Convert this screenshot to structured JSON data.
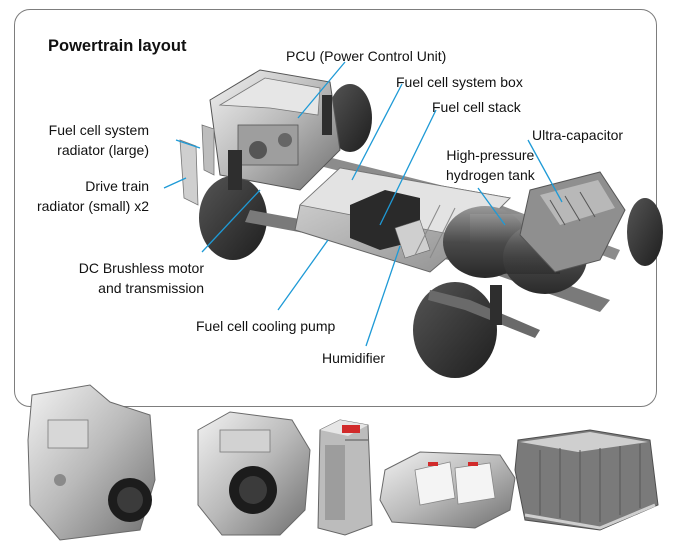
{
  "diagram": {
    "title": "Powertrain layout",
    "accent_color": "#1e9ad6",
    "labels": {
      "pcu": "PCU (Power Control Unit)",
      "fc_system_box": "Fuel cell system box",
      "fc_stack": "Fuel cell stack",
      "ultra_capacitor": "Ultra-capacitor",
      "high_pressure_tank_line1": "High-pressure",
      "high_pressure_tank_line2": "hydrogen tank",
      "fc_radiator_line1": "Fuel cell system",
      "fc_radiator_line2": "radiator (large)",
      "drive_radiator_line1": "Drive train",
      "drive_radiator_line2": "radiator (small) x2",
      "motor_line1": "DC Brushless motor",
      "motor_line2": "and transmission",
      "cooling_pump": "Fuel cell cooling pump",
      "humidifier": "Humidifier"
    }
  },
  "components_row": [
    "transmission",
    "motor",
    "fuel-cell-stack",
    "fuel-cell-box",
    "ultra-capacitor"
  ]
}
